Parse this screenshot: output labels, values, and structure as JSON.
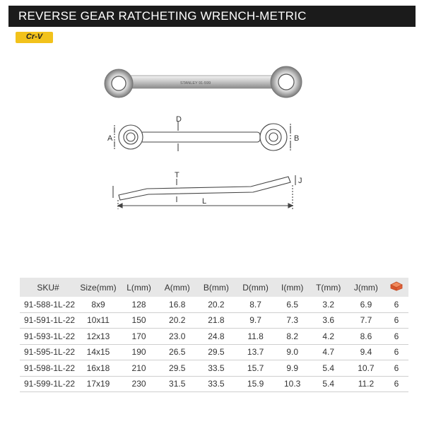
{
  "header": {
    "title": "REVERSE GEAR RATCHETING WRENCH-METRIC"
  },
  "badge": {
    "label": "Cr-V"
  },
  "photo": {
    "stamp": "STANLEY   91-599"
  },
  "diagram": {
    "label_d": "D",
    "label_a": "A",
    "label_b": "B",
    "label_t": "T",
    "label_j": "J",
    "label_l": "L"
  },
  "table": {
    "columns": [
      "SKU#",
      "Size(mm)",
      "L(mm)",
      "A(mm)",
      "B(mm)",
      "D(mm)",
      "I(mm)",
      "T(mm)",
      "J(mm)",
      ""
    ],
    "last_column_icon": "box-quantity-icon",
    "rows": [
      [
        "91-588-1L-22",
        "8x9",
        "128",
        "16.8",
        "20.2",
        "8.7",
        "6.5",
        "3.2",
        "6.9",
        "6"
      ],
      [
        "91-591-1L-22",
        "10x11",
        "150",
        "20.2",
        "21.8",
        "9.7",
        "7.3",
        "3.6",
        "7.7",
        "6"
      ],
      [
        "91-593-1L-22",
        "12x13",
        "170",
        "23.0",
        "24.8",
        "11.8",
        "8.2",
        "4.2",
        "8.6",
        "6"
      ],
      [
        "91-595-1L-22",
        "14x15",
        "190",
        "26.5",
        "29.5",
        "13.7",
        "9.0",
        "4.7",
        "9.4",
        "6"
      ],
      [
        "91-598-1L-22",
        "16x18",
        "210",
        "29.5",
        "33.5",
        "15.7",
        "9.9",
        "5.4",
        "10.7",
        "6"
      ],
      [
        "91-599-1L-22",
        "17x19",
        "230",
        "31.5",
        "33.5",
        "15.9",
        "10.3",
        "5.4",
        "11.2",
        "6"
      ]
    ]
  },
  "colors": {
    "title_bg": "#1b1b1b",
    "badge_bg": "#f2c21b",
    "header_row": "#e7e7e7",
    "icon": "#e0603a"
  }
}
